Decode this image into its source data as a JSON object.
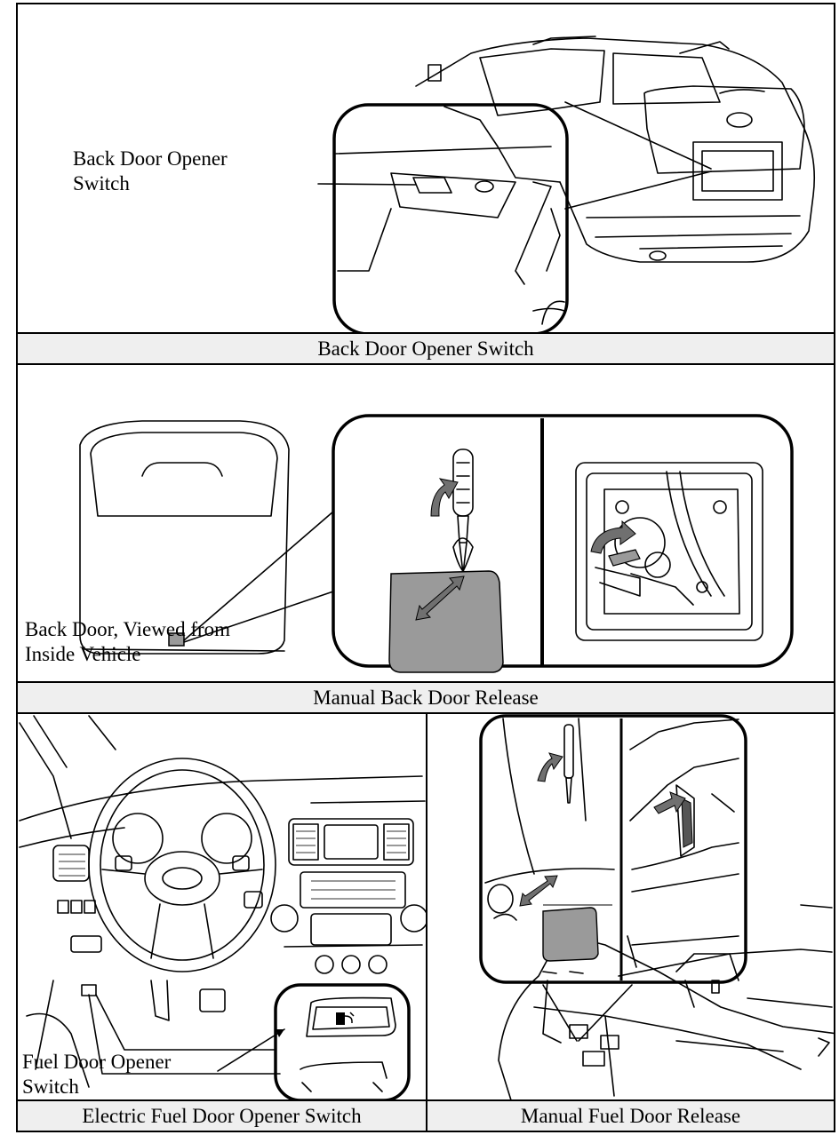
{
  "panels": {
    "back_door_switch": {
      "callout_label": "Back Door Opener\nSwitch",
      "caption": "Back Door Opener Switch"
    },
    "manual_back_door": {
      "callout_label": "Back Door, Viewed from\nInside Vehicle",
      "caption": "Manual Back Door Release"
    },
    "fuel_door_switch": {
      "callout_label": "Fuel Door Opener\nSwitch",
      "caption": "Electric Fuel Door Opener Switch"
    },
    "manual_fuel_door": {
      "caption": "Manual Fuel Door Release"
    }
  },
  "colors": {
    "caption_background": "#efefef",
    "part_gray": "#9a9a9a",
    "arrow_gray": "#707070"
  },
  "icons": [
    "fuel-pump-icon",
    "release-arrow-icon",
    "screwdriver-icon"
  ]
}
